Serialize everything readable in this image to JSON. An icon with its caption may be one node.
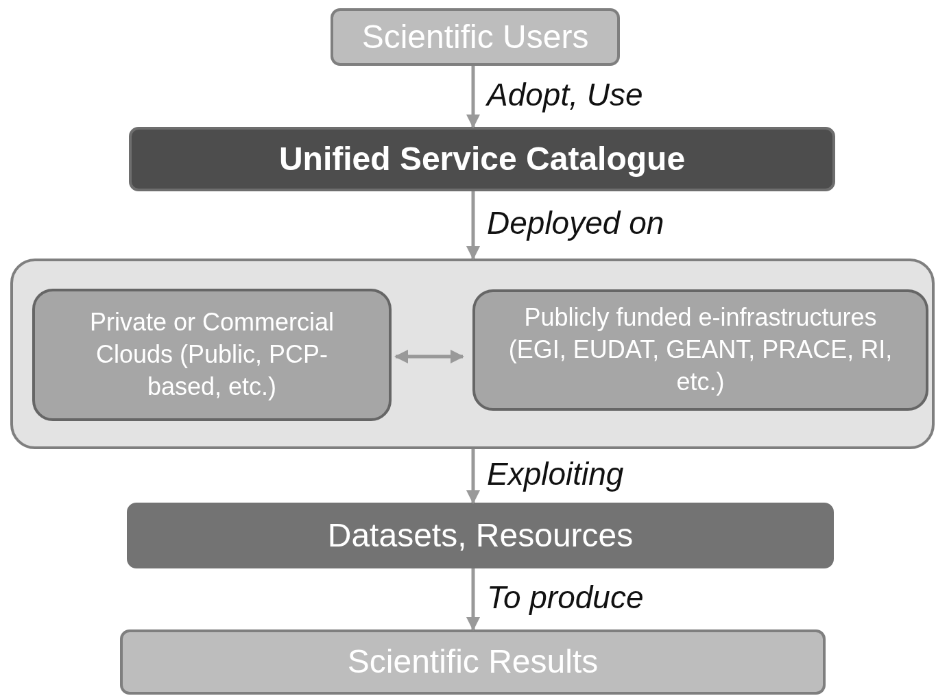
{
  "diagram": {
    "nodes": [
      {
        "text": [
          "Scientific Users"
        ]
      },
      {
        "text": [
          "Unified Service Catalogue"
        ]
      },
      {
        "text": [],
        "shape": "box"
      },
      {
        "text": [
          "Private or Commercial Clouds (Public, PCP-based, etc.)"
        ],
        "in": 2
      },
      {
        "text": [
          "Publicly funded e-infrastructures (EGI, EUDAT, GEANT, PRACE, RI, etc.)"
        ],
        "in": 2
      },
      {
        "text": [
          "Datasets, Resources"
        ]
      },
      {
        "text": [
          "Scientific Results"
        ]
      }
    ],
    "edges": [
      {
        "from": 0,
        "to": 1,
        "arrow": "to",
        "label": "Adopt, Use"
      },
      {
        "from": 1,
        "to": 2,
        "arrow": "to",
        "label": "Deployed on"
      },
      {
        "from": 3,
        "to": 4,
        "arrow": "both"
      },
      {
        "from": 2,
        "to": 5,
        "arrow": "to",
        "label": "Exploiting"
      },
      {
        "from": 5,
        "to": 6,
        "arrow": "to",
        "label": "To produce"
      }
    ]
  }
}
